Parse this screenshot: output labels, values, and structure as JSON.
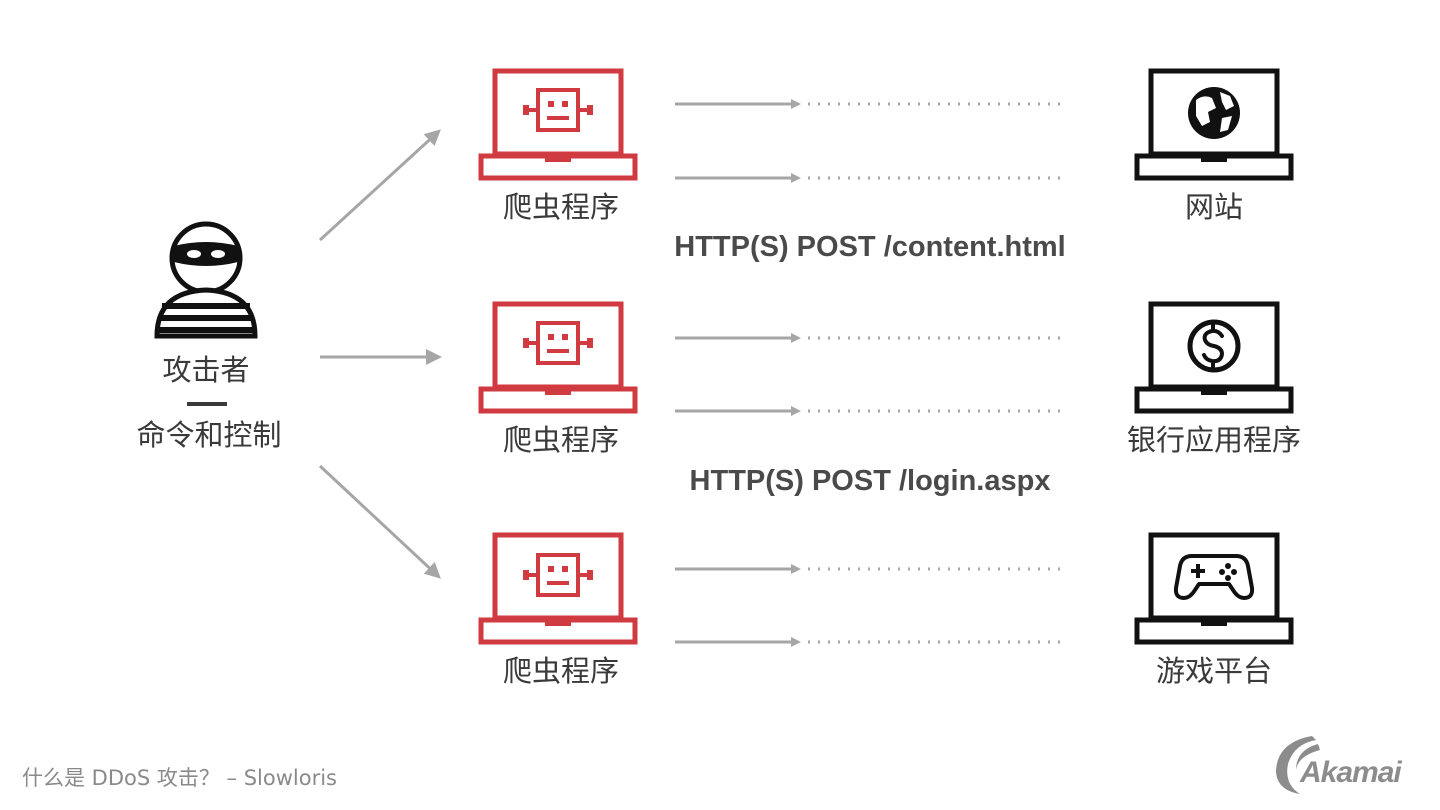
{
  "attacker": {
    "label": "攻击者",
    "sub_label": "命令和控制",
    "icon": "attacker-icon"
  },
  "bots": [
    {
      "label": "爬虫程序",
      "icon": "bot-laptop-icon"
    },
    {
      "label": "爬虫程序",
      "icon": "bot-laptop-icon"
    },
    {
      "label": "爬虫程序",
      "icon": "bot-laptop-icon"
    }
  ],
  "targets": [
    {
      "label": "网站",
      "icon": "globe-laptop-icon"
    },
    {
      "label": "银行应用程序",
      "icon": "dollar-laptop-icon"
    },
    {
      "label": "游戏平台",
      "icon": "gamepad-laptop-icon"
    }
  ],
  "requests": [
    {
      "text": "HTTP(S) POST /content.html"
    },
    {
      "text": "HTTP(S) POST /login.aspx"
    }
  ],
  "footer": {
    "text": "什么是 DDoS 攻击？ – Slowloris"
  },
  "logo": {
    "text": "Akamai"
  },
  "colors": {
    "bot": "#d03a41",
    "target": "#111111",
    "arrow": "#a6a6a6",
    "text": "#3a3a3a"
  }
}
